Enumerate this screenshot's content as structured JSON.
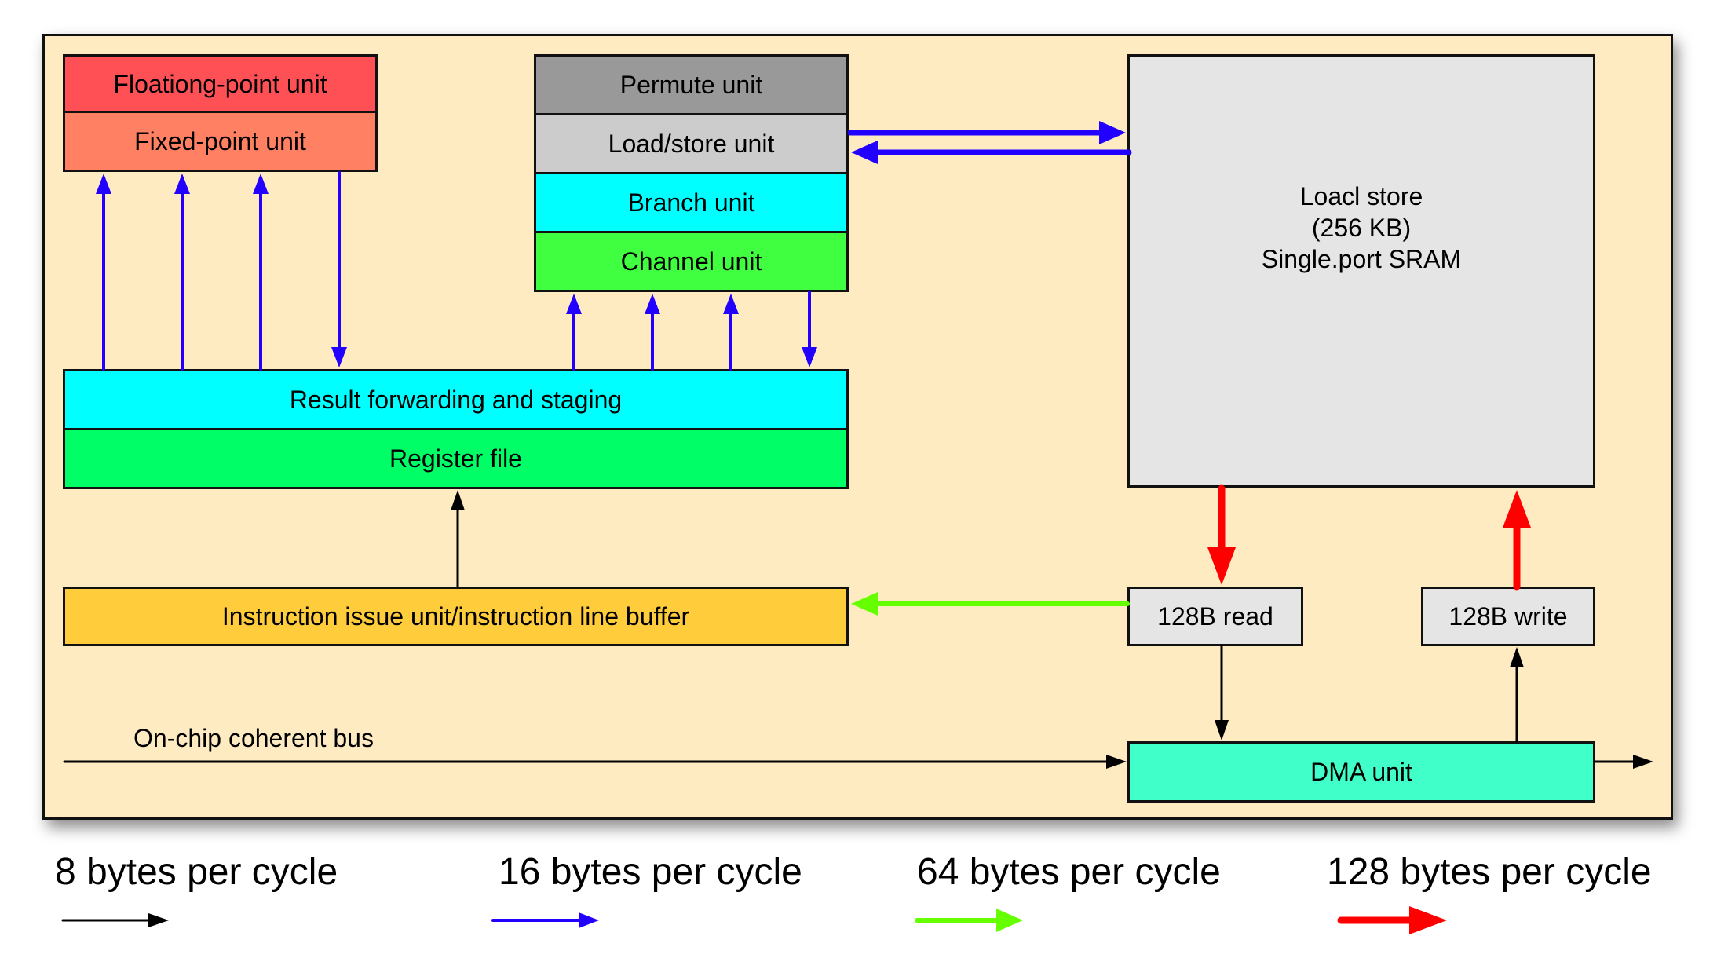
{
  "colors": {
    "background": "#ffebc2",
    "floating_point": "#ff5055",
    "fixed_point": "#ff8062",
    "permute": "#999999",
    "load_store": "#cccccc",
    "branch": "#00ffff",
    "channel": "#40ff40",
    "result_forwarding": "#00ffff",
    "register_file": "#00ff66",
    "instruction_issue": "#ffcc3c",
    "local_store": "#e5e5e5",
    "buffer": "#e5e5e5",
    "dma": "#40ffc8",
    "arrow_8": "#000000",
    "arrow_16": "#2200ff",
    "arrow_64": "#66ff00",
    "arrow_128": "#ff0000"
  },
  "units": {
    "floating_point": "Floationg-point unit",
    "fixed_point": "Fixed-point unit",
    "permute": "Permute unit",
    "load_store": "Load/store unit",
    "branch": "Branch unit",
    "channel": "Channel unit",
    "result_forwarding": "Result forwarding and staging",
    "register_file": "Register file",
    "instruction_issue": "Instruction issue unit/instruction line buffer",
    "local_store": [
      "Loacl store",
      "(256 KB)",
      "Single.port SRAM"
    ],
    "read_buffer": "128B read",
    "write_buffer": "128B write",
    "dma": "DMA unit"
  },
  "bus_label": "On-chip coherent bus",
  "legend": [
    {
      "label": "8 bytes per cycle",
      "bytes_per_cycle": 8,
      "color": "#000000"
    },
    {
      "label": "16 bytes per cycle",
      "bytes_per_cycle": 16,
      "color": "#2200ff"
    },
    {
      "label": "64 bytes per cycle",
      "bytes_per_cycle": 64,
      "color": "#66ff00"
    },
    {
      "label": "128 bytes per cycle",
      "bytes_per_cycle": 128,
      "color": "#ff0000"
    }
  ],
  "connections": [
    {
      "from": "result_forwarding",
      "to": "fixed_point",
      "bandwidth": 16,
      "count": 3
    },
    {
      "from": "fixed_point",
      "to": "result_forwarding",
      "bandwidth": 16,
      "count": 1
    },
    {
      "from": "result_forwarding",
      "to": "channel",
      "bandwidth": 16,
      "count": 3
    },
    {
      "from": "channel",
      "to": "result_forwarding",
      "bandwidth": 16,
      "count": 1
    },
    {
      "from": "load_store",
      "to": "local_store",
      "bandwidth": 16
    },
    {
      "from": "local_store",
      "to": "load_store",
      "bandwidth": 16
    },
    {
      "from": "instruction_issue",
      "to": "register_file",
      "bandwidth": 8
    },
    {
      "from": "read_buffer",
      "to": "instruction_issue",
      "bandwidth": 64
    },
    {
      "from": "local_store",
      "to": "read_buffer",
      "bandwidth": 128
    },
    {
      "from": "write_buffer",
      "to": "local_store",
      "bandwidth": 128
    },
    {
      "from": "read_buffer",
      "to": "dma",
      "bandwidth": 8
    },
    {
      "from": "dma",
      "to": "write_buffer",
      "bandwidth": 8
    },
    {
      "from": "bus",
      "to": "dma",
      "bandwidth": 8
    },
    {
      "from": "dma",
      "to": "bus",
      "bandwidth": 8
    }
  ]
}
